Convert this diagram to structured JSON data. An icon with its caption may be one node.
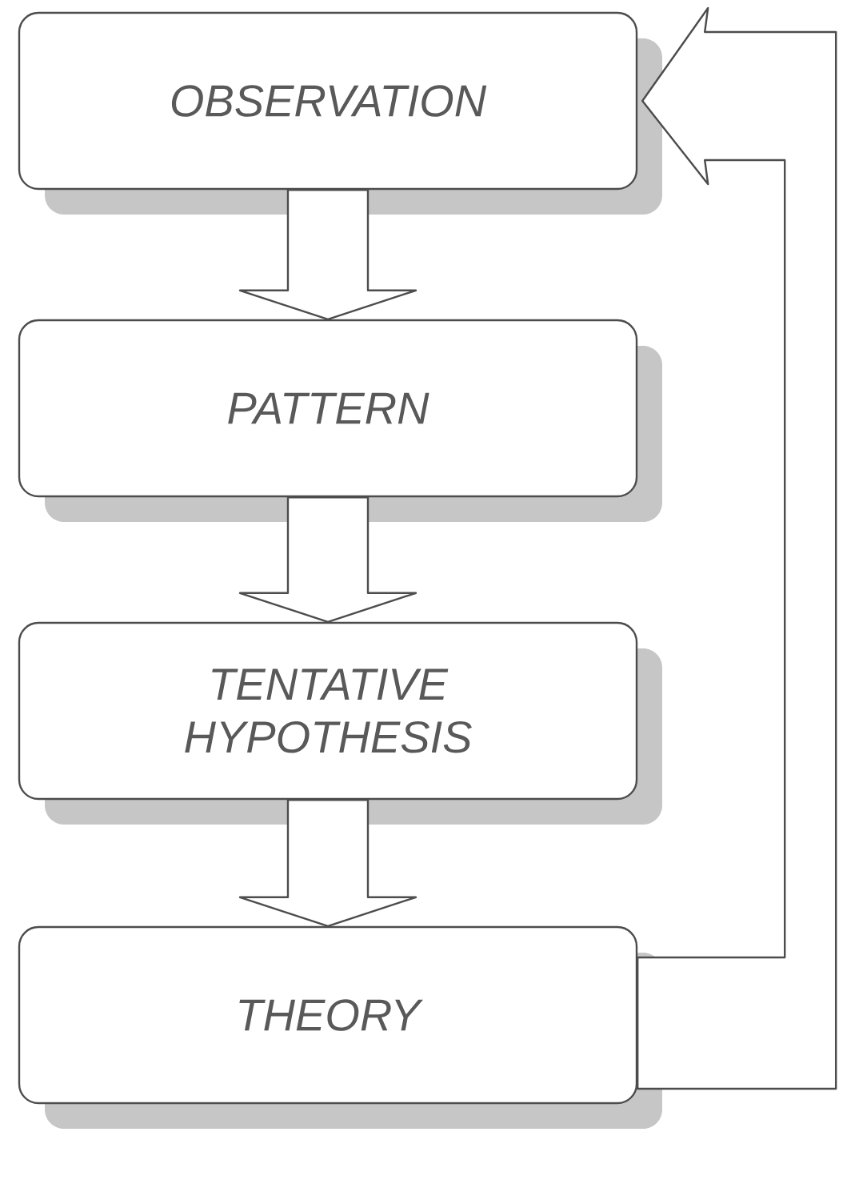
{
  "diagram": {
    "nodes": [
      {
        "text": [
          "OBSERVATION"
        ]
      },
      {
        "text": [
          "PATTERN"
        ]
      },
      {
        "text": [
          "TENTATIVE HYPOTHESIS"
        ]
      },
      {
        "text": [
          "THEORY"
        ]
      }
    ],
    "edges": [
      {
        "from": 0,
        "to": 1,
        "arrow": "to"
      },
      {
        "from": 1,
        "to": 2,
        "arrow": "to"
      },
      {
        "from": 2,
        "to": 3,
        "arrow": "to"
      },
      {
        "from": 3,
        "to": 0,
        "arrow": "to"
      }
    ]
  }
}
